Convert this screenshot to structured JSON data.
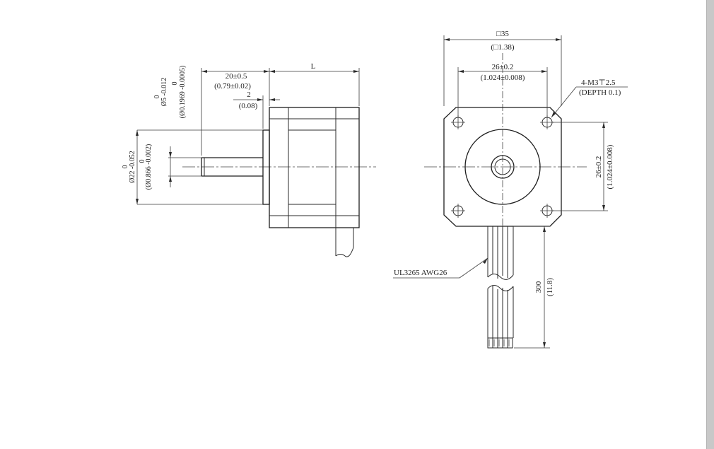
{
  "drawing": {
    "side_view": {
      "length_label": "L",
      "shaft_length": "20±0.5",
      "shaft_length_in": "(0.79±0.02)",
      "boss_height": "2",
      "boss_height_in": "(0.08)",
      "shaft_dia_zero": "0",
      "shaft_dia": "Ø5 -0.012",
      "shaft_dia_in_zero": "0",
      "shaft_dia_in": "(Ø0.1969 -0.0005)",
      "boss_dia_zero": "0",
      "boss_dia": "Ø22 -0.052",
      "boss_dia_in_zero": "0",
      "boss_dia_in": "(Ø0.866 -0.002)"
    },
    "front_view": {
      "square_size": "□35",
      "square_size_in": "(□1.38)",
      "hole_spacing_h": "26±0.2",
      "hole_spacing_h_in": "(1.024±0.008)",
      "holes": "4-M3⊤2.5",
      "holes_depth": "(DEPTH 0.1)",
      "hole_spacing_v": "26±0.2",
      "hole_spacing_v_in": "(1.024±0.008)",
      "cable_spec": "UL3265 AWG26",
      "cable_length": "300",
      "cable_length_in": "(11.8)"
    }
  }
}
